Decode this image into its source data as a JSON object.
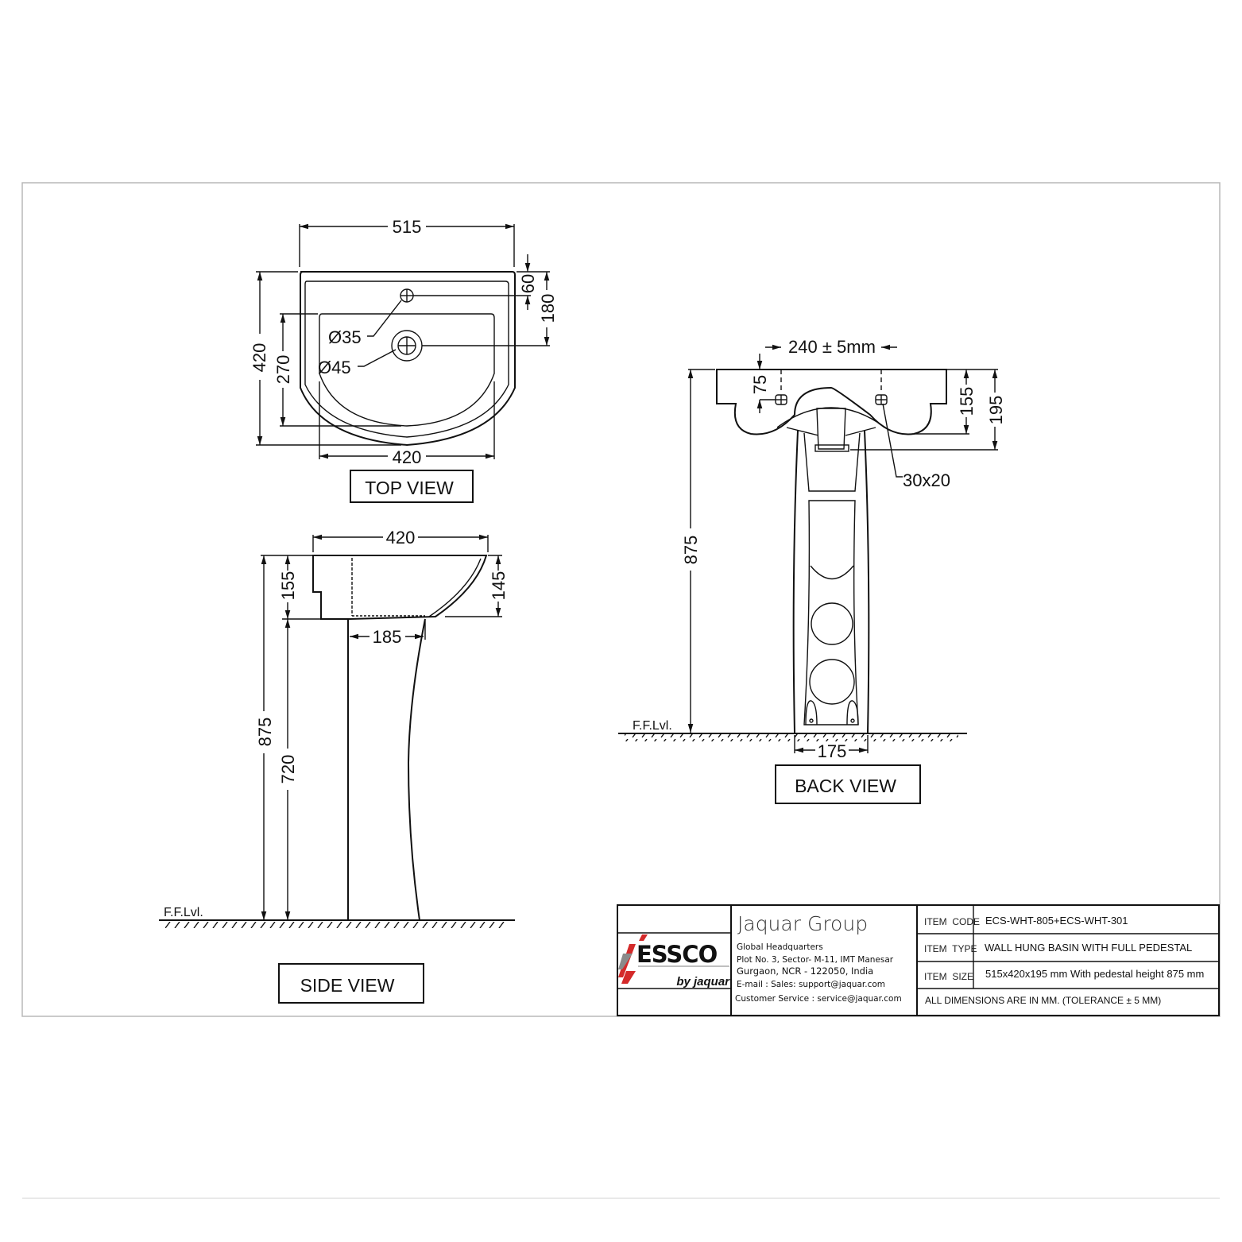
{
  "drawing": {
    "views": {
      "top": {
        "label": "TOP VIEW",
        "dims": {
          "overall_width": "515",
          "overall_depth": "420",
          "bowl_width": "420",
          "bowl_depth": "270",
          "tap_hole_offset": "60",
          "waste_offset": "180",
          "tap_hole_dia": "Ø35",
          "waste_dia": "Ø45"
        }
      },
      "side": {
        "label": "SIDE VIEW",
        "floor_label": "F.F.Lvl.",
        "dims": {
          "depth": "420",
          "basin_height": "155",
          "front_height": "145",
          "pedestal_top": "185",
          "overall_height": "875",
          "pedestal_height": "720"
        }
      },
      "back": {
        "label": "BACK VIEW",
        "floor_label": "F.F.Lvl.",
        "dims": {
          "fixing_centres": "240 ± 5mm",
          "fixing_height": "75",
          "rear_height": "155",
          "overall_rear": "195",
          "fixing_slot": "30x20",
          "overall_height": "875",
          "base_width": "175"
        }
      }
    }
  },
  "title_block": {
    "brand_logo": "ESSCO",
    "brand_sub": "by jaquar",
    "company": "Jaquar Group",
    "address_lines": [
      "Global Headquarters",
      "Plot No. 3, Sector- M-11, IMT Manesar",
      "Gurgaon, NCR - 122050, India",
      "E-mail : Sales: support@jaquar.com",
      "Customer Service : service@jaquar.com"
    ],
    "rows": [
      {
        "label": "ITEM  CODE",
        "value": "ECS-WHT-805+ECS-WHT-301"
      },
      {
        "label": "ITEM  TYPE",
        "value": "WALL HUNG BASIN WITH FULL PEDESTAL"
      },
      {
        "label": "ITEM  SIZE",
        "value": "515x420x195 mm With pedestal height 875 mm"
      }
    ],
    "note": "ALL DIMENSIONS ARE IN MM. (TOLERANCE ± 5 MM)"
  },
  "colors": {
    "line": "#111111",
    "frame": "#b9b9b9",
    "logo_red": "#d42a2a",
    "logo_grey": "#8a8a8a"
  }
}
